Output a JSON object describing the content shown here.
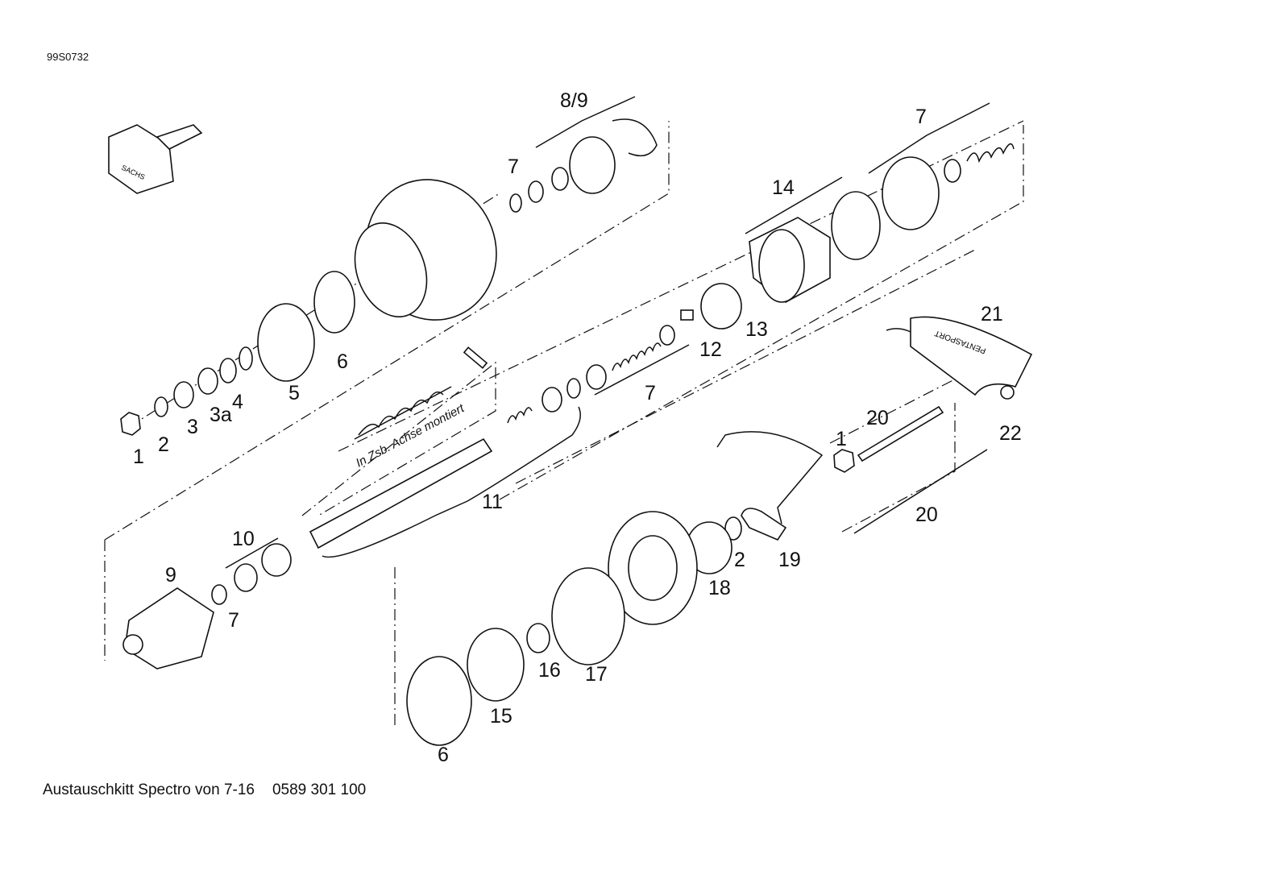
{
  "drawing_code": "99S0732",
  "footer": {
    "title": "Austauschkitt Spectro von 7-16",
    "part_number": "0589 301 100"
  },
  "note": "In Zsb. Achse montiert",
  "brand_marks": [
    "SACHS",
    "PENTASPORT"
  ],
  "labels": [
    "1",
    "2",
    "3",
    "3a",
    "4",
    "5",
    "6",
    "7",
    "8/9",
    "14",
    "7",
    "13",
    "12",
    "7",
    "11",
    "10",
    "9",
    "7",
    "21",
    "20",
    "22",
    "1",
    "20",
    "19",
    "2",
    "18",
    "17",
    "16",
    "15",
    "6"
  ]
}
